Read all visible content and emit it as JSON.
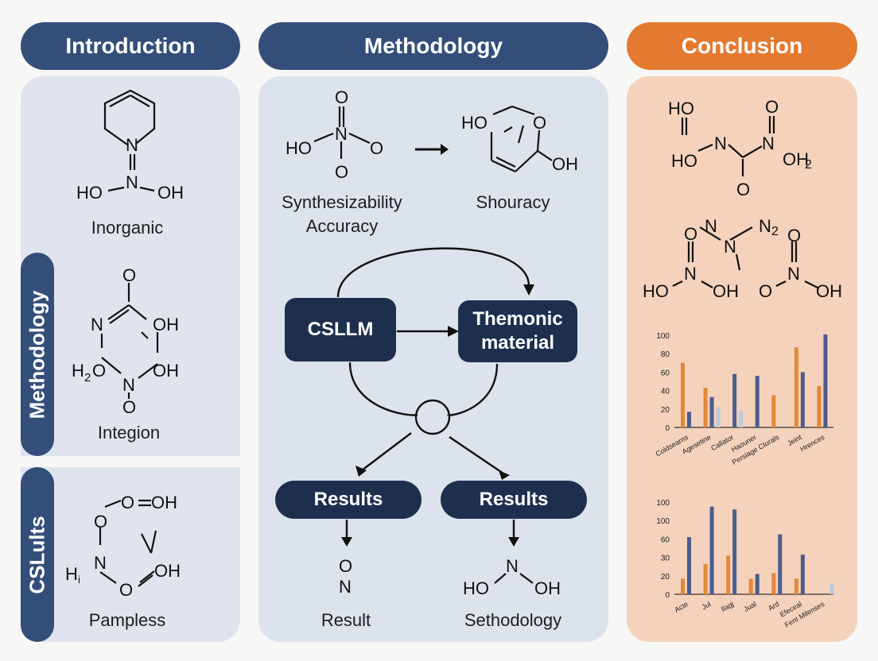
{
  "headers": {
    "introduction": "Introduction",
    "methodology": "Methodology",
    "conclusion": "Conclusion"
  },
  "side_labels": {
    "methodology": "Methodology",
    "results": "CSLults"
  },
  "left_panel": {
    "caption_1": "Inorganic",
    "caption_2": "Integion",
    "caption_3": "Pampless"
  },
  "center_panel": {
    "caption_synth_line1": "Synthesizability",
    "caption_synth_line2": "Accuracy",
    "caption_right": "Shouracy",
    "box_csllm": "CSLLM",
    "box_material_line1": "Themonic",
    "box_material_line2": "material",
    "box_results_left": "Results",
    "box_results_right": "Results",
    "caption_result": "Result",
    "caption_methodology": "Sethodology"
  },
  "molecule_labels": {
    "HO": "HO",
    "OH": "OH",
    "O": "O",
    "N": "N",
    "H2": "H",
    "sub2": "2",
    "OH2": "OH",
    "N2": "N",
    "Hi": "H",
    "i": "i"
  },
  "colors": {
    "navy": "#344e7a",
    "dark_navy": "#1e2f4e",
    "orange": "#e37a30",
    "panel_blue": "#dfe4ee",
    "panel_peach": "#f5d2bc",
    "bar_blue": "#4c5d8c",
    "bar_orange": "#e48838",
    "bar_light": "#bdc9dd"
  },
  "chart_data": [
    {
      "type": "bar",
      "title": "",
      "ylim": [
        0,
        100
      ],
      "yticks": [
        "0",
        "20",
        "40",
        "60",
        "80",
        "100"
      ],
      "categories": [
        "Coldsearns",
        "Agesetine",
        "Callator",
        "Haouner",
        "Persiage Cturals",
        "Jeint",
        "Hrences"
      ],
      "series": [
        {
          "values": [
            70,
            43,
            0,
            0,
            35,
            87,
            45
          ]
        },
        {
          "values": [
            17,
            33,
            58,
            56,
            0,
            60,
            101
          ]
        },
        {
          "values": [
            0,
            22,
            18,
            0,
            0,
            0,
            0
          ]
        }
      ]
    },
    {
      "type": "bar",
      "title": "",
      "ylim": [
        0,
        100
      ],
      "yticks": [
        "0",
        "20",
        "30",
        "60",
        "100",
        "100"
      ],
      "categories": [
        "Acte",
        "Jul",
        "Ilagj",
        "Jual",
        "Ard",
        "Efeceal",
        "Fent Milenses"
      ],
      "series": [
        {
          "values": [
            17,
            33,
            42,
            17,
            23,
            17,
            0
          ]
        },
        {
          "values": [
            62,
            95,
            92,
            22,
            65,
            43,
            0
          ]
        },
        {
          "values": [
            0,
            0,
            0,
            0,
            0,
            0,
            12
          ]
        }
      ]
    }
  ]
}
